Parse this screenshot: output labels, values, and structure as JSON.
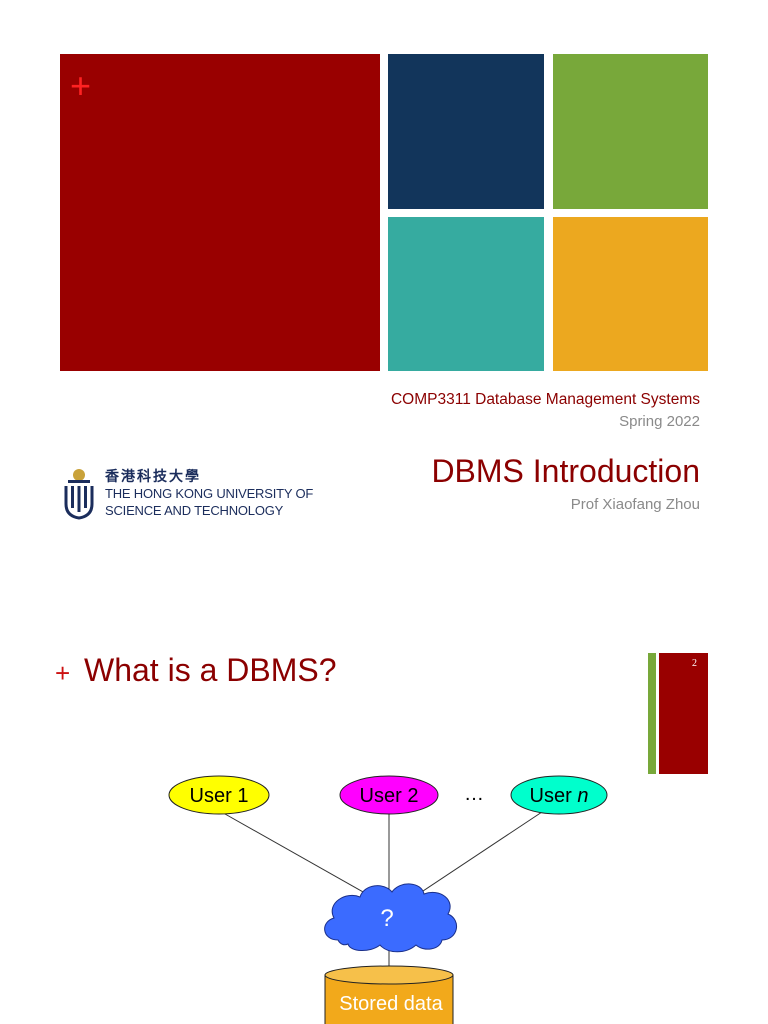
{
  "slide1": {
    "course": "COMP3311 Database Management Systems",
    "term": "Spring 2022",
    "title": "DBMS Introduction",
    "presenter": "Prof Xiaofang Zhou",
    "plus": "+",
    "colors": {
      "crimson": "#990000",
      "navy": "#12355b",
      "green": "#78a83a",
      "teal": "#36aba0",
      "gold": "#eca81f"
    }
  },
  "logo": {
    "chinese": "香港科技大學",
    "line1": "THE HONG KONG UNIVERSITY OF",
    "line2": "SCIENCE AND TECHNOLOGY"
  },
  "slide2": {
    "plus": "+",
    "title": "What is a DBMS?",
    "page_number": "2",
    "diagram": {
      "user1": "User 1",
      "user2": "User 2",
      "usern_prefix": "User ",
      "usern_var": "n",
      "ellipsis": "…",
      "center": "?",
      "store": "Stored data"
    }
  }
}
